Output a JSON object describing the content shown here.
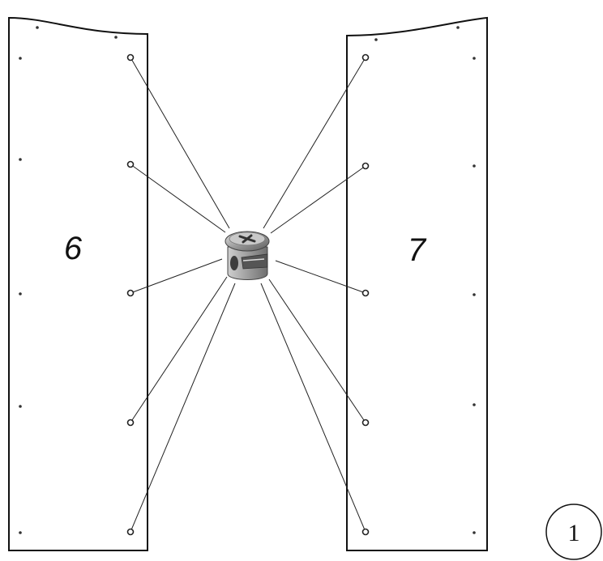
{
  "diagram": {
    "left_panel_number": "6",
    "right_panel_number": "7",
    "step_number": "1",
    "fitting_icon": "cam-lock-fitting-icon",
    "colors": {
      "line": "#111111",
      "background": "#ffffff",
      "fitting_metal": "#9a9a9a"
    }
  }
}
